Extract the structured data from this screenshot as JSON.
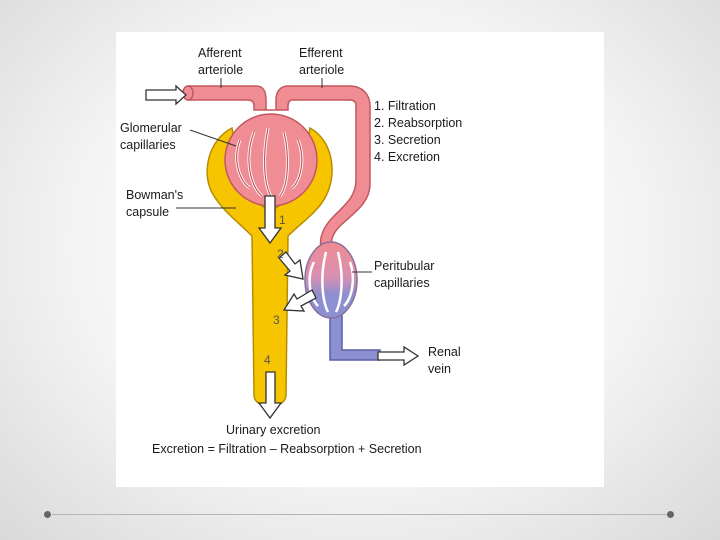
{
  "labels": {
    "afferent_1": "Afferent",
    "afferent_2": "arteriole",
    "efferent_1": "Efferent",
    "efferent_2": "arteriole",
    "glomerular_1": "Glomerular",
    "glomerular_2": "capillaries",
    "bowmans_1": "Bowman's",
    "bowmans_2": "capsule",
    "peritubular_1": "Peritubular",
    "peritubular_2": "capillaries",
    "renal_1": "Renal",
    "renal_2": "vein",
    "urinary": "Urinary excretion"
  },
  "processes": [
    "1. Filtration",
    "2. Reabsorption",
    "3. Secretion",
    "4. Excretion"
  ],
  "step_numbers": [
    "1",
    "2",
    "3",
    "4"
  ],
  "equation": "Excretion = Filtration – Reabsorption + Secretion",
  "colors": {
    "arterial": "#f08c93",
    "arterial_stroke": "#c2575f",
    "venous": "#8c8fd0",
    "venous_stroke": "#5c5fa8",
    "tubule": "#f7c400",
    "tubule_stroke": "#b68d00"
  }
}
